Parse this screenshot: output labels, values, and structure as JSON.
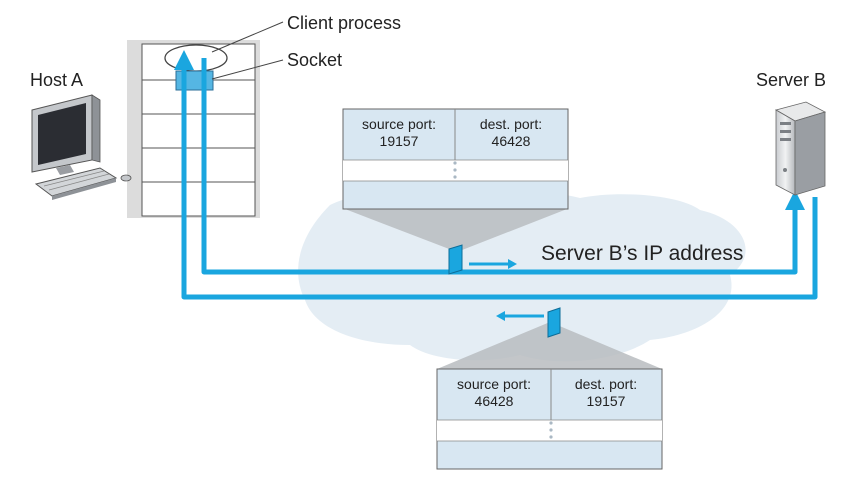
{
  "labels": {
    "client_process": "Client process",
    "socket": "Socket",
    "host_a": "Host A",
    "server_b": "Server B",
    "server_ip": "Server B’s IP address"
  },
  "segment_outgoing": {
    "source_label": "source port:",
    "source_value": "19157",
    "dest_label": "dest. port:",
    "dest_value": "46428"
  },
  "segment_incoming": {
    "source_label": "source port:",
    "source_value": "46428",
    "dest_label": "dest. port:",
    "dest_value": "19157"
  },
  "colors": {
    "flow_blue": "#1aa6df",
    "segment_fill": "#d8e7f2",
    "cloud_fill": "#e4edf4",
    "host_panel": "#dcdcdc",
    "socket_fill": "#55b6e3"
  },
  "icons": {
    "host": "desktop-computer-icon",
    "server": "server-tower-icon"
  }
}
